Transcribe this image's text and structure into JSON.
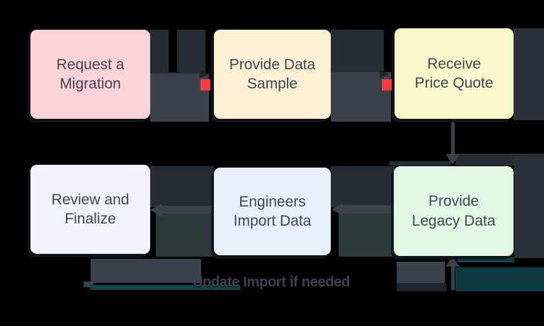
{
  "diagram": {
    "nodes": [
      {
        "id": "request-a-migration",
        "label": "Request a Migration",
        "line1": "Request a",
        "line2": "Migration",
        "bg": "#fbd3d6"
      },
      {
        "id": "provide-data-sample",
        "label": "Provide Data Sample",
        "line1": "Provide Data",
        "line2": "Sample",
        "bg": "#fbf0d3"
      },
      {
        "id": "receive-price-quote",
        "label": "Receive Price Quote",
        "line1": "Receive",
        "line2": "Price Quote",
        "bg": "#f8f8ca"
      },
      {
        "id": "review-and-finalize",
        "label": "Review and Finalize",
        "line1": "Review and",
        "line2": "Finalize",
        "bg": "#f2f2fb"
      },
      {
        "id": "engineers-import-data",
        "label": "Engineers Import Data",
        "line1": "Engineers",
        "line2": "Import Data",
        "bg": "#e9f0fc"
      },
      {
        "id": "provide-legacy-data",
        "label": "Provide Legacy Data",
        "line1": "Provide",
        "line2": "Legacy Data",
        "bg": "#e1f7e4"
      }
    ],
    "edges": [
      {
        "from": "Request a Migration",
        "to": "Provide Data Sample"
      },
      {
        "from": "Provide Data Sample",
        "to": "Receive Price Quote"
      },
      {
        "from": "Receive Price Quote",
        "to": "Provide Legacy Data"
      },
      {
        "from": "Provide Legacy Data",
        "to": "Engineers Import Data"
      },
      {
        "from": "Engineers Import Data",
        "to": "Review and Finalize"
      },
      {
        "from": "Review and Finalize",
        "to": "Provide Legacy Data",
        "label": "Update Import if needed"
      }
    ],
    "loop_label": "Update Import if needed",
    "colors": {
      "background": "#000000",
      "connector": "#3a4149",
      "gap_shadow_dark": "#262c34",
      "gap_shadow_light": "#3b424c",
      "gap_shadow_green": "#2d383b",
      "side_panel": "#2b313a",
      "marker_red": "#f93b42",
      "teal_accent": "#0d3a40",
      "node_text": "#3f4654"
    }
  }
}
